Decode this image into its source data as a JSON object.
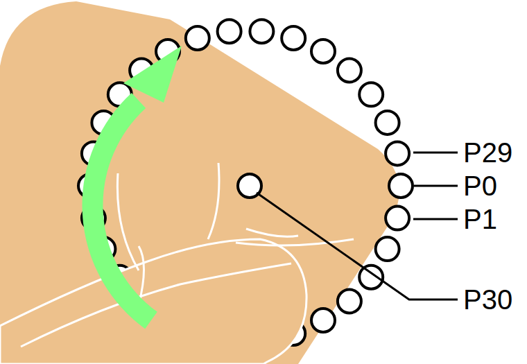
{
  "diagram": {
    "labels": [
      "P29",
      "P0",
      "P1",
      "P30"
    ]
  }
}
